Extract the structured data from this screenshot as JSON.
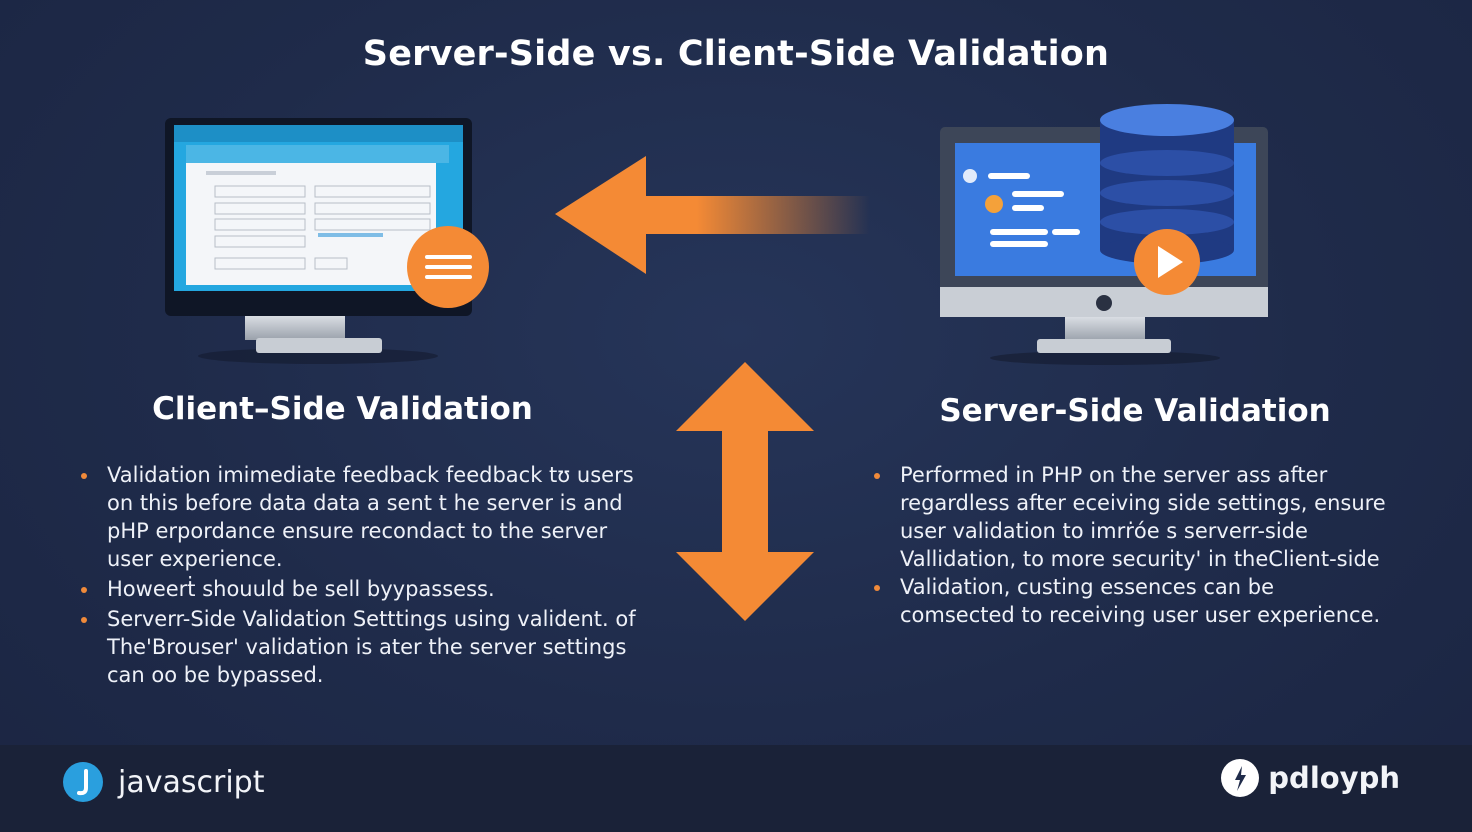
{
  "title": "Server-Side vs. Client-Side Validation",
  "client": {
    "heading": "Client–Side  Validation",
    "bullets": [
      "Validation  imimediate feedback feedback tʊ users on this before data data a sent  t  he server is and pHP erpordance ensure recondact  to the server user experience.",
      "Howeerṫ shouuld be sell byypassess.",
      "Serverr-Side Validation Setttings using valident. of The'Brouser' validation is ater  the server  settings can oo be bypassed."
    ]
  },
  "server": {
    "heading": "Server-Side Validation",
    "bullets": [
      "Performed in PHP on the server ass after regardless after eceiving side settings, ensure user validation to imrṙóe s serverr-side Vallidation, to more security' in theClient-side",
      "Validation, custing essences can be comsected to receiving user user experience."
    ]
  },
  "footer": {
    "left_label": "javascript",
    "right_label": "pdloyph"
  },
  "colors": {
    "background": "#1f2b4a",
    "accent_orange": "#f48a35",
    "client_screen": "#24a7e0",
    "server_screen": "#3a7be0",
    "database": "#24418f"
  },
  "icons": {
    "client_badge": "menu-lines-icon",
    "server_badge": "play-icon",
    "left_arrow": "arrow-left-icon",
    "vertical_arrow": "double-arrow-vertical-icon",
    "footer_left": "javascript-logo-icon",
    "footer_right": "php-logo-icon"
  }
}
